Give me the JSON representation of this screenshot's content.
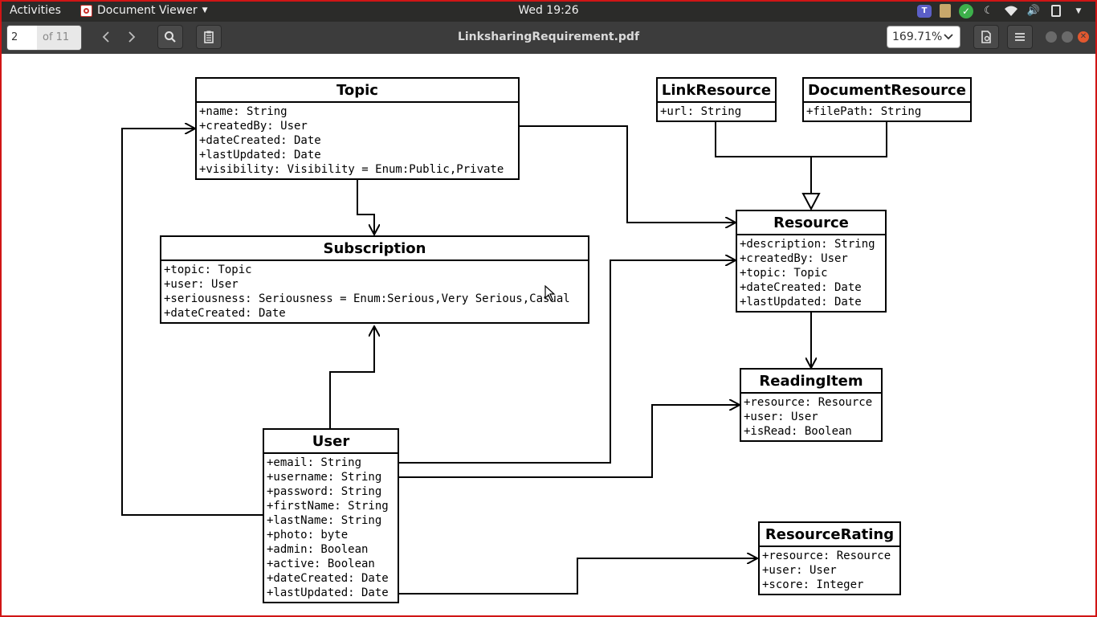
{
  "topbar": {
    "activities": "Activities",
    "app_menu": "Document Viewer",
    "clock": "Wed 19:26",
    "tray_icons": [
      "teams-icon",
      "clipboard-icon",
      "check-icon",
      "night-light-icon",
      "wifi-icon",
      "volume-icon",
      "battery-icon",
      "menu-caret-icon"
    ]
  },
  "toolbar": {
    "page_number": "2",
    "page_total": "of 11",
    "title": "LinksharingRequirement.pdf",
    "zoom": "169.71%"
  },
  "classes": {
    "topic": {
      "name": "Topic",
      "attrs": [
        "+name: String",
        "+createdBy: User",
        "+dateCreated: Date",
        "+lastUpdated: Date",
        "+visibility: Visibility = Enum:Public,Private"
      ]
    },
    "subscription": {
      "name": "Subscription",
      "attrs": [
        "+topic: Topic",
        "+user: User",
        "+seriousness: Seriousness = Enum:Serious,Very Serious,Casual",
        "+dateCreated: Date"
      ]
    },
    "user": {
      "name": "User",
      "attrs": [
        "+email: String",
        "+username: String",
        "+password: String",
        "+firstName: String",
        "+lastName: String",
        "+photo: byte",
        "+admin: Boolean",
        "+active: Boolean",
        "+dateCreated: Date",
        "+lastUpdated: Date"
      ]
    },
    "link_resource": {
      "name": "LinkResource",
      "attrs": [
        "+url: String"
      ]
    },
    "document_resource": {
      "name": "DocumentResource",
      "attrs": [
        "+filePath: String"
      ]
    },
    "resource": {
      "name": "Resource",
      "attrs": [
        "+description: String",
        "+createdBy: User",
        "+topic: Topic",
        "+dateCreated: Date",
        "+lastUpdated: Date"
      ]
    },
    "reading_item": {
      "name": "ReadingItem",
      "attrs": [
        "+resource: Resource",
        "+user: User",
        "+isRead: Boolean"
      ]
    },
    "resource_rating": {
      "name": "ResourceRating",
      "attrs": [
        "+resource: Resource",
        "+user: User",
        "+score: Integer"
      ]
    }
  },
  "colors": {
    "frame": "#d01515",
    "topbar": "#2b2b29",
    "toolbar": "#3c3c3c"
  }
}
